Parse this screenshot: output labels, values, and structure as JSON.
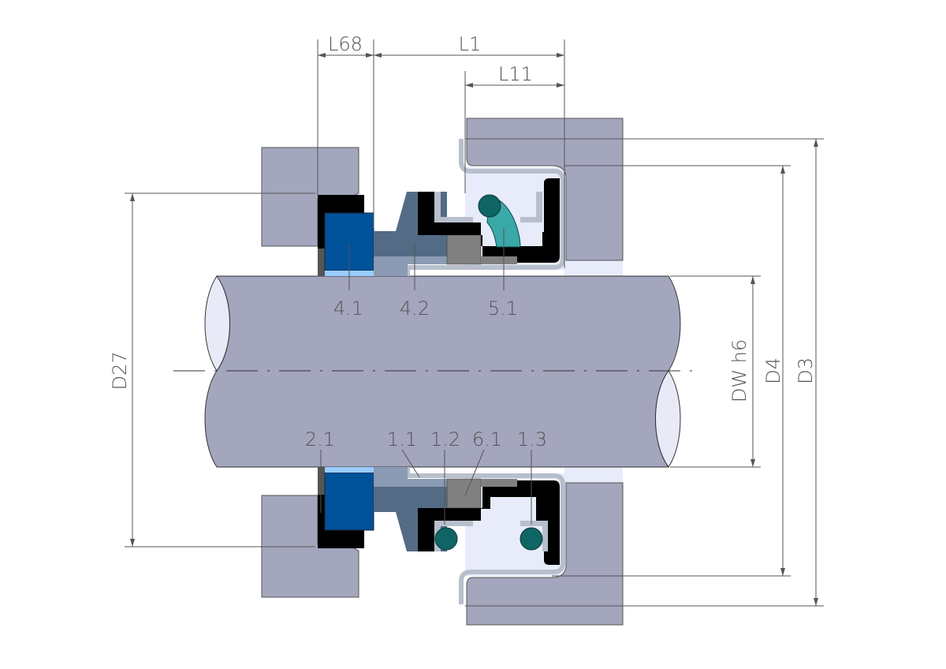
{
  "dimensions": {
    "l68": "L68",
    "l1": "L1",
    "l11": "L11",
    "d27": "D27",
    "dw": "DW h6",
    "d4": "D4",
    "d3": "D3"
  },
  "parts": {
    "p4_1": "4.1",
    "p4_2": "4.2",
    "p5_1": "5.1",
    "p2_1": "2.1",
    "p1_1": "1.1",
    "p1_2": "1.2",
    "p6_1": "6.1",
    "p1_3": "1.3"
  },
  "colors": {
    "housing": "#a3a6bd",
    "shaft": "#a3a6bd",
    "seat_ring": "#00529b",
    "rotary_ring": "#536b85",
    "elastomer": "#0f6464",
    "bellows": "#3aa8a8",
    "metal_shell": "#b8bfcc",
    "cavity": "#e8ecfa"
  }
}
